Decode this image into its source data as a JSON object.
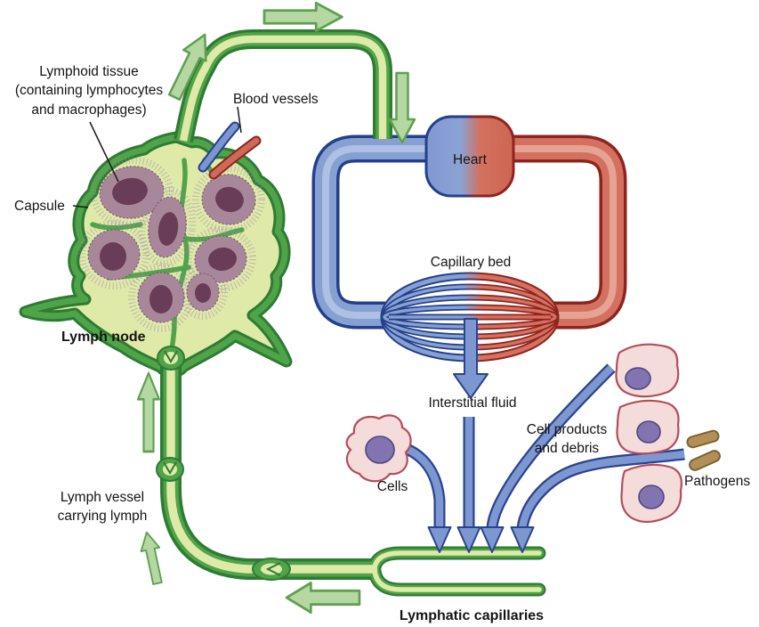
{
  "figure": {
    "type": "biology-diagram",
    "subject": "Lymphatic system, lymph node and blood circulation"
  },
  "labels": {
    "lymphoid_tissue": [
      "Lymphoid tissue",
      "(containing lymphocytes",
      "and macrophages)"
    ],
    "blood_vessels": "Blood vessels",
    "capsule": "Capsule",
    "lymph_node": "Lymph node",
    "heart": "Heart",
    "capillary_bed": "Capillary bed",
    "interstitial_fluid": "Interstitial fluid",
    "cells": "Cells",
    "cell_products": [
      "Cell products",
      "and debris"
    ],
    "pathogens": "Pathogens",
    "lymph_vessel": [
      "Lymph vessel",
      "carrying lymph"
    ],
    "lymphatic_capillaries": "Lymphatic capillaries"
  },
  "colors": {
    "vessel_green_dark": "#2e7b32",
    "vessel_green_mid": "#4fa449",
    "lymph_fluid_pale": "#dfeaa9",
    "arrow_green_fill": "#b5d8a2",
    "arrow_green_edge": "#5ea050",
    "blood_blue_dark": "#24408c",
    "blood_blue_mid": "#87a0d2",
    "blood_blue_light": "#b6c5e7",
    "blood_red_dark": "#8f241e",
    "blood_red_mid": "#d4705f",
    "follicle_outer": "#a8879b",
    "follicle_core": "#693c58",
    "cell_fill": "#f3dcda",
    "cell_border": "#b54c5c",
    "nucleus": "#8174b0",
    "pathogen": "#b29055",
    "text": "#141414"
  }
}
